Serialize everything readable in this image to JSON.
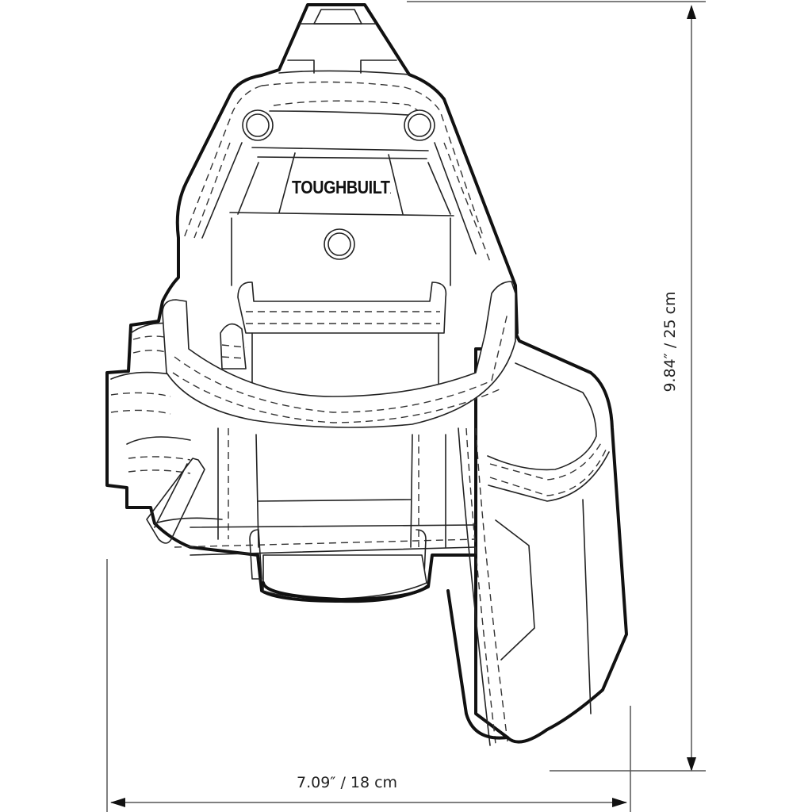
{
  "figure": {
    "type": "product line drawing",
    "subject": "tool belt pouch with holster (front view)",
    "colors": {
      "line": "#111111",
      "background": "#ffffff",
      "dimension_line": "#555555"
    }
  },
  "brand": {
    "logo_text": "TOUGHBUILT",
    "trademark": "."
  },
  "dimensions": {
    "height": {
      "imperial": "9.84″",
      "separator": "/",
      "metric": "25 cm",
      "label": "9.84″  /  25 cm",
      "orientation": "vertical"
    },
    "width": {
      "imperial": "7.09″",
      "separator": "/",
      "metric": "18 cm",
      "label": "7.09″  /  18 cm",
      "orientation": "horizontal"
    }
  }
}
